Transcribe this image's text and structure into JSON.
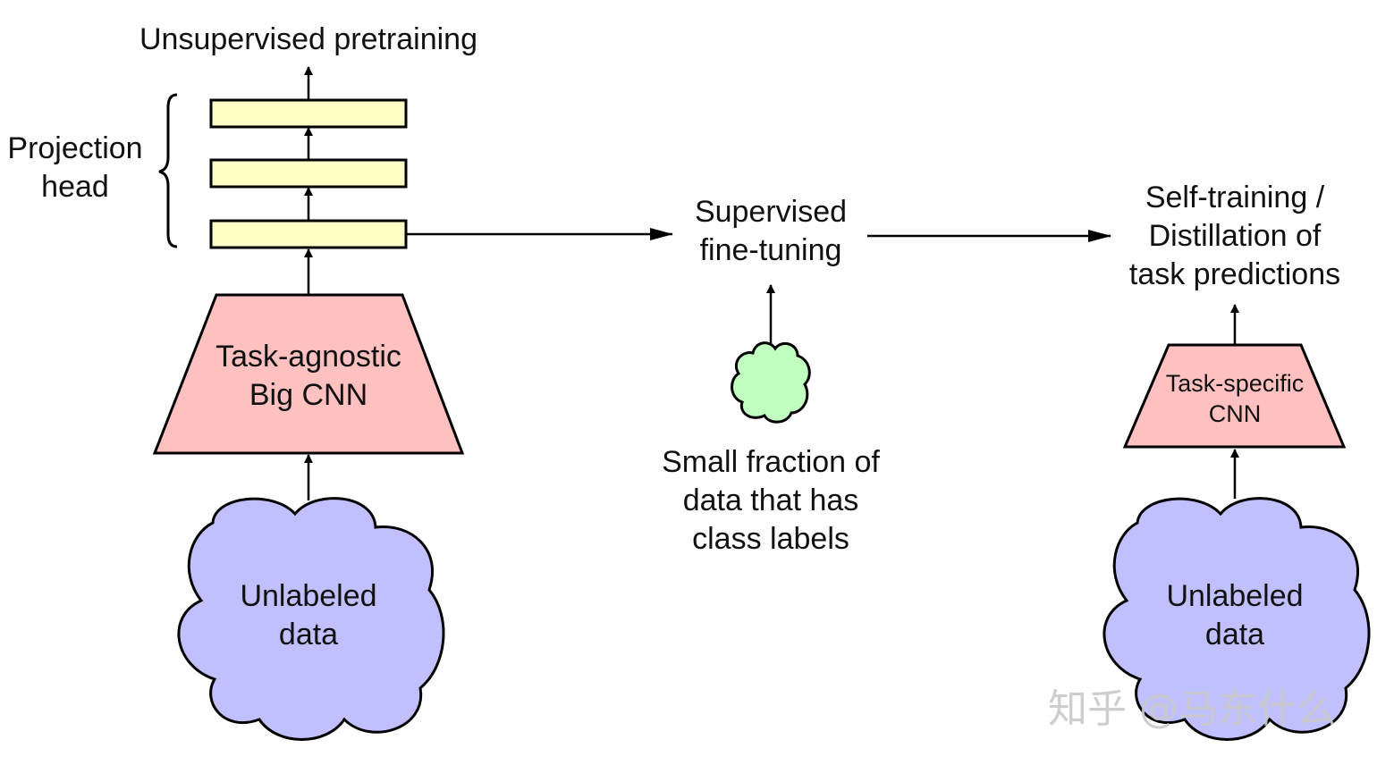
{
  "labels": {
    "unsupervised_pretraining": "Unsupervised pretraining",
    "projection_head_line1": "Projection",
    "projection_head_line2": "head",
    "task_agnostic_line1": "Task-agnostic",
    "task_agnostic_line2": "Big CNN",
    "unlabeled_left_line1": "Unlabeled",
    "unlabeled_left_line2": "data",
    "supervised_line1": "Supervised",
    "supervised_line2": "fine-tuning",
    "small_fraction_line1": "Small fraction of",
    "small_fraction_line2": "data that has",
    "small_fraction_line3": "class labels",
    "self_training_line1": "Self-training /",
    "self_training_line2": "Distillation of",
    "self_training_line3": "task predictions",
    "task_specific_line1": "Task-specific",
    "task_specific_line2": "CNN",
    "unlabeled_right_line1": "Unlabeled",
    "unlabeled_right_line2": "data"
  },
  "watermark": {
    "text": "知乎 @马东什么"
  },
  "colors": {
    "projection_layer_fill": "#ffffc6",
    "cnn_fill": "#ffc0c0",
    "unlabeled_cloud_fill": "#c0c0ff",
    "labeled_cloud_fill": "#c0ffc0",
    "stroke": "#000000"
  }
}
